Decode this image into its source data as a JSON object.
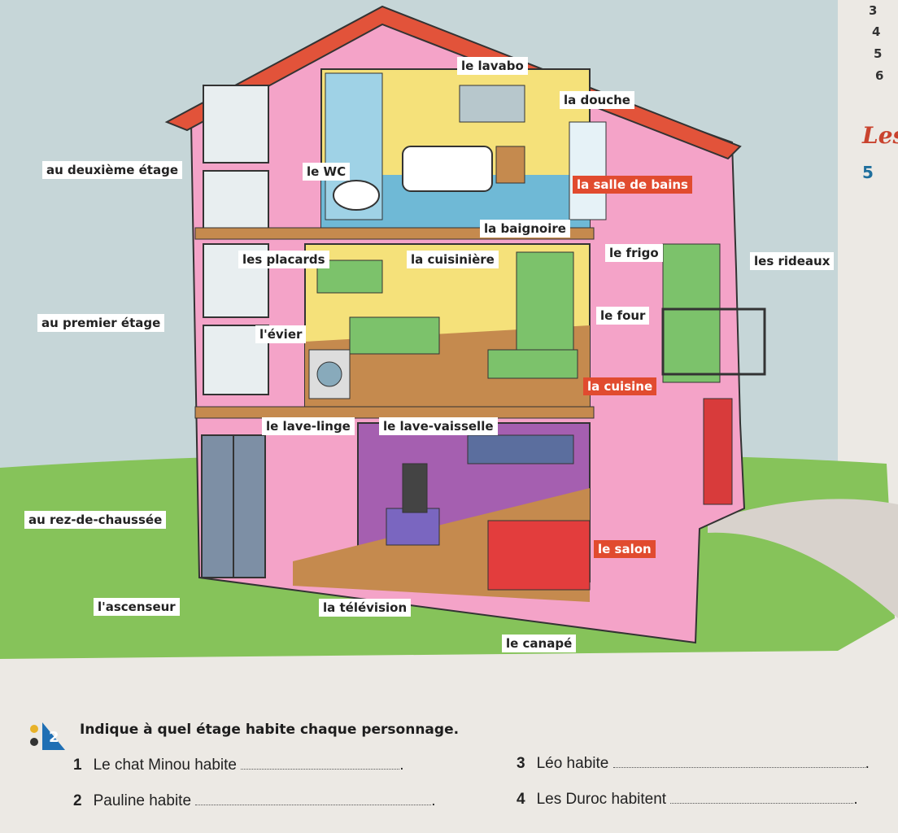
{
  "margin": {
    "numbers": [
      "3",
      "4",
      "5",
      "6"
    ],
    "heading": "Les",
    "sub_number": "5"
  },
  "floors": {
    "second": "au deuxième étage",
    "first": "au premier étage",
    "ground": "au rez-de-chaussée"
  },
  "labels": {
    "lavabo": "le lavabo",
    "douche": "la douche",
    "wc": "le WC",
    "salle_de_bains": "la salle de bains",
    "baignoire": "la baignoire",
    "placards": "les placards",
    "cuisiniere": "la cuisinière",
    "frigo": "le frigo",
    "rideaux": "les rideaux",
    "four": "le four",
    "evier": "l'évier",
    "cuisine": "la cuisine",
    "lave_linge": "le lave-linge",
    "lave_vaisselle": "le lave-vaisselle",
    "salon": "le salon",
    "ascenseur": "l'ascenseur",
    "television": "la télévision",
    "canape": "le canapé"
  },
  "exercise": {
    "number": "2",
    "instruction": "Indique à quel étage habite chaque personnage.",
    "items": [
      {
        "num": "1",
        "text": "Le chat Minou habite",
        "end": "."
      },
      {
        "num": "2",
        "text": "Pauline habite",
        "end": "."
      },
      {
        "num": "3",
        "text": "Léo habite",
        "end": "."
      },
      {
        "num": "4",
        "text": "Les Duroc habitent",
        "end": "."
      }
    ]
  },
  "colors": {
    "sky": "#c6d6d8",
    "grass": "#86c35a",
    "house_pink": "#f4a3c8",
    "roof": "#e2533a",
    "floor_wood": "#c58a4e",
    "bath_tile": "#6fb9d6",
    "kitchen_green": "#7cc26b"
  }
}
